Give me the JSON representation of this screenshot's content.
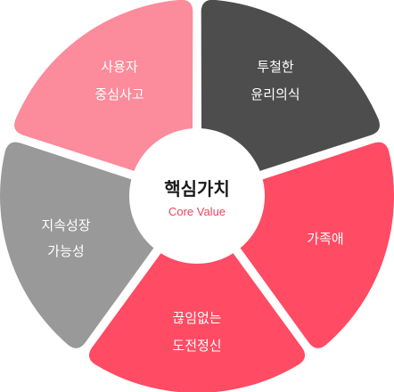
{
  "center": {
    "title": "핵심가치",
    "subtitle": "Core Value"
  },
  "colors": {
    "light_pink": "#fc8b9b",
    "dark_gray": "#4d4d4d",
    "coral_red": "#ff4b63",
    "medium_gray": "#999999",
    "subtitle_red": "#e8455f"
  },
  "segments": [
    {
      "lines": [
        "사용자",
        "중심사고"
      ],
      "color": "#fc8b9b"
    },
    {
      "lines": [
        "투철한",
        "윤리의식"
      ],
      "color": "#4d4d4d"
    },
    {
      "lines": [
        "가족애"
      ],
      "color": "#ff4b63"
    },
    {
      "lines": [
        "끊임없는",
        "도전정신"
      ],
      "color": "#ff4b63"
    },
    {
      "lines": [
        "지속성장",
        "가능성"
      ],
      "color": "#999999"
    }
  ]
}
